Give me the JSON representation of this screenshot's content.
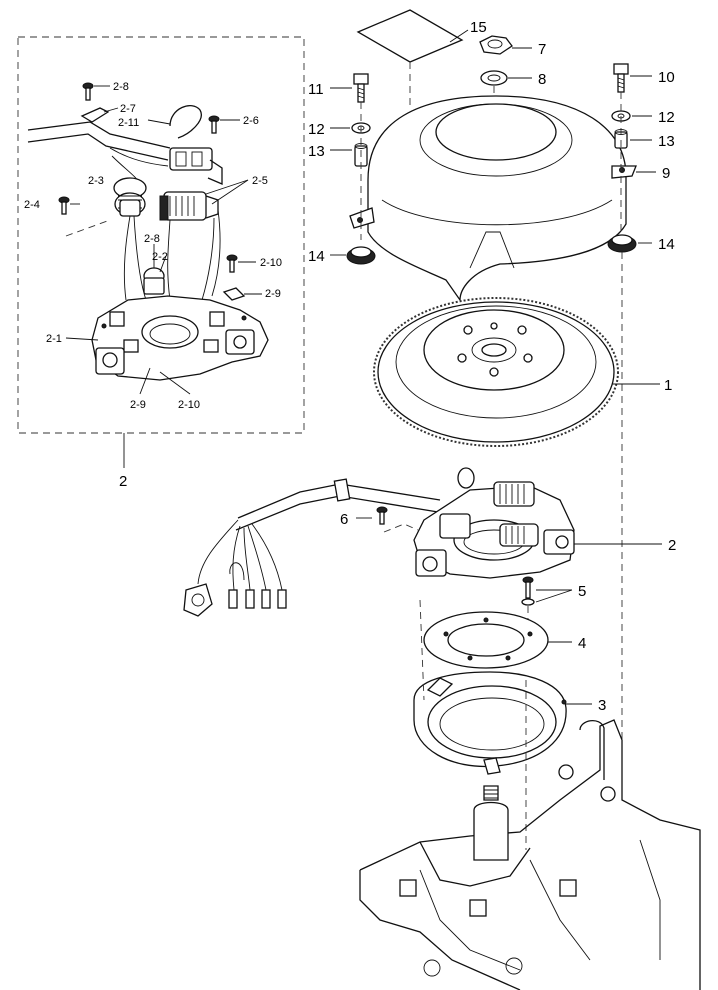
{
  "diagram": {
    "callouts": {
      "flywheel": "1",
      "stator_assembly": "2",
      "stator_assembly_outline": "2",
      "base_bracket": "3",
      "plate": "4",
      "screw_washer": "5",
      "screw_6": "6",
      "nut": "7",
      "washer_8": "8",
      "cover": "9",
      "bolt_right": "10",
      "bolt_left": "11",
      "washer_right": "12",
      "washer_left": "12",
      "collar_right": "13",
      "collar_left": "13",
      "grommet_right": "14",
      "grommet_left": "14",
      "label": "15"
    },
    "sub_callouts": {
      "base": "2-1",
      "coil_center": "2-2",
      "coil_left": "2-3",
      "screw_2_4": "2-4",
      "coils_pair": "2-5",
      "screw_2_6": "2-6",
      "clamp_2_7": "2-7",
      "screw_2_8_top": "2-8",
      "screw_2_8_mid": "2-8",
      "clip_2_9_right": "2-9",
      "clip_2_9_bottom": "2-9",
      "screw_2_10_right": "2-10",
      "screw_2_10_bottom": "2-10",
      "band_2_11": "2-11"
    }
  }
}
